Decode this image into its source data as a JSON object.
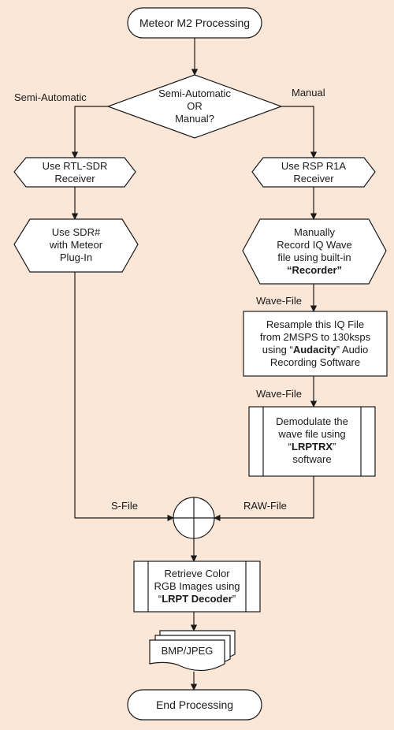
{
  "nodes": {
    "start": "Meteor M2 Processing",
    "decision": [
      "Semi-Automatic",
      "OR",
      "Manual?"
    ],
    "rtl": [
      "Use RTL-SDR",
      "Receiver"
    ],
    "rsp": [
      "Use RSP R1A",
      "Receiver"
    ],
    "sdr": [
      "Use SDR#",
      "with Meteor",
      "Plug-In"
    ],
    "record": {
      "line1": "Manually",
      "line2": "Record IQ Wave",
      "line3": "file using built-in",
      "line4_quote_open": "“",
      "line4_bold": "Recorder",
      "line4_quote_close": "”"
    },
    "resample": {
      "line1": "Resample this IQ File",
      "line2": "from 2MSPS to 130ksps",
      "line3_pre": "using “",
      "line3_bold": "Audacity",
      "line3_post": "” Audio",
      "line4": "Recording Software"
    },
    "demod": {
      "line1": "Demodulate the",
      "line2": "wave file using",
      "line3_pre": "“",
      "line3_bold": "LRPTRX",
      "line3_post": "”",
      "line4": "software"
    },
    "retrieve": {
      "line1": "Retrieve Color",
      "line2": "RGB Images using",
      "line3_pre": "“",
      "line3_bold": "LRPT Decoder",
      "line3_post": "”"
    },
    "document": "BMP/JPEG",
    "end": "End Processing"
  },
  "edge_labels": {
    "semi": "Semi-Automatic",
    "manual": "Manual",
    "wave1": "Wave-File",
    "wave2": "Wave-File",
    "sfile": "S-File",
    "rawfile": "RAW-File"
  },
  "colors": {
    "background": "#fbe7d8",
    "shape_fill": "#ffffff",
    "stroke": "#1a1a1a"
  }
}
